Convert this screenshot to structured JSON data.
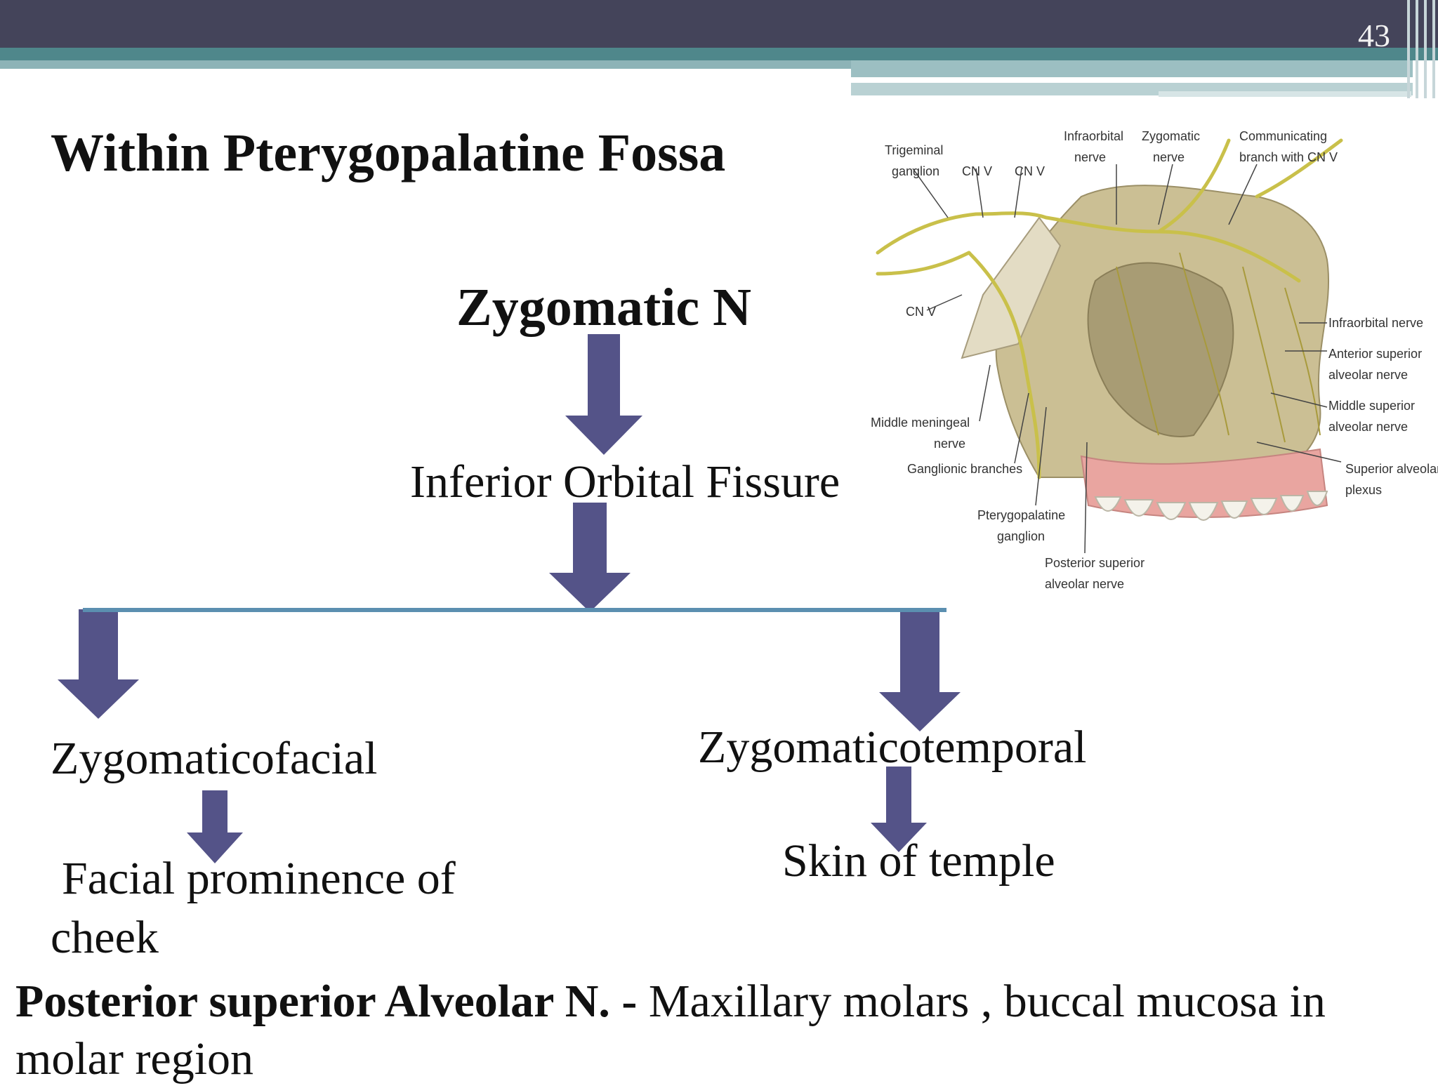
{
  "slide": {
    "number": "43"
  },
  "title": "Within Pterygopalatine Fossa",
  "flow": {
    "main_node": "Zygomatic N",
    "via": "Inferior Orbital Fissure",
    "branch_left": "Zygomaticofacial",
    "branch_left_target_line1": "Facial prominence of",
    "branch_left_target_line2": "cheek",
    "branch_right": "Zygomaticotemporal",
    "branch_right_target": "Skin of temple"
  },
  "bottom_note": {
    "bold": "Posterior superior Alveolar N.  -",
    "text": " Maxillary molars , buccal mucosa in molar region"
  },
  "figure_labels": {
    "trigeminal_ganglion": [
      "Trigeminal",
      "ganglion"
    ],
    "cn_v_1": "CN V",
    "cn_v_2": "CN V",
    "cn_v_3": "CN V",
    "infraorbital_nerve_top": [
      "Infraorbital",
      "nerve"
    ],
    "zygomatic_nerve": [
      "Zygomatic",
      "nerve"
    ],
    "communicating_branch": [
      "Communicating",
      "branch with CN V"
    ],
    "infraorbital_nerve_right": "Infraorbital nerve",
    "anterior_superior_alveolar": [
      "Anterior superior",
      "alveolar nerve"
    ],
    "middle_superior_alveolar": [
      "Middle superior",
      "alveolar nerve"
    ],
    "superior_alveolar_plexus": [
      "Superior alveolar",
      "plexus"
    ],
    "middle_meningeal": [
      "Middle meningeal",
      "nerve"
    ],
    "ganglionic_branches": "Ganglionic branches",
    "pterygopalatine_ganglion": [
      "Pterygopalatine",
      "ganglion"
    ],
    "posterior_superior_alveolar": [
      "Posterior superior",
      "alveolar nerve"
    ]
  },
  "colors": {
    "header_dark": "#44445a",
    "header_teal": "#4f878b",
    "arrow_fill": "#545388",
    "connector_line": "#5b8fb0"
  }
}
